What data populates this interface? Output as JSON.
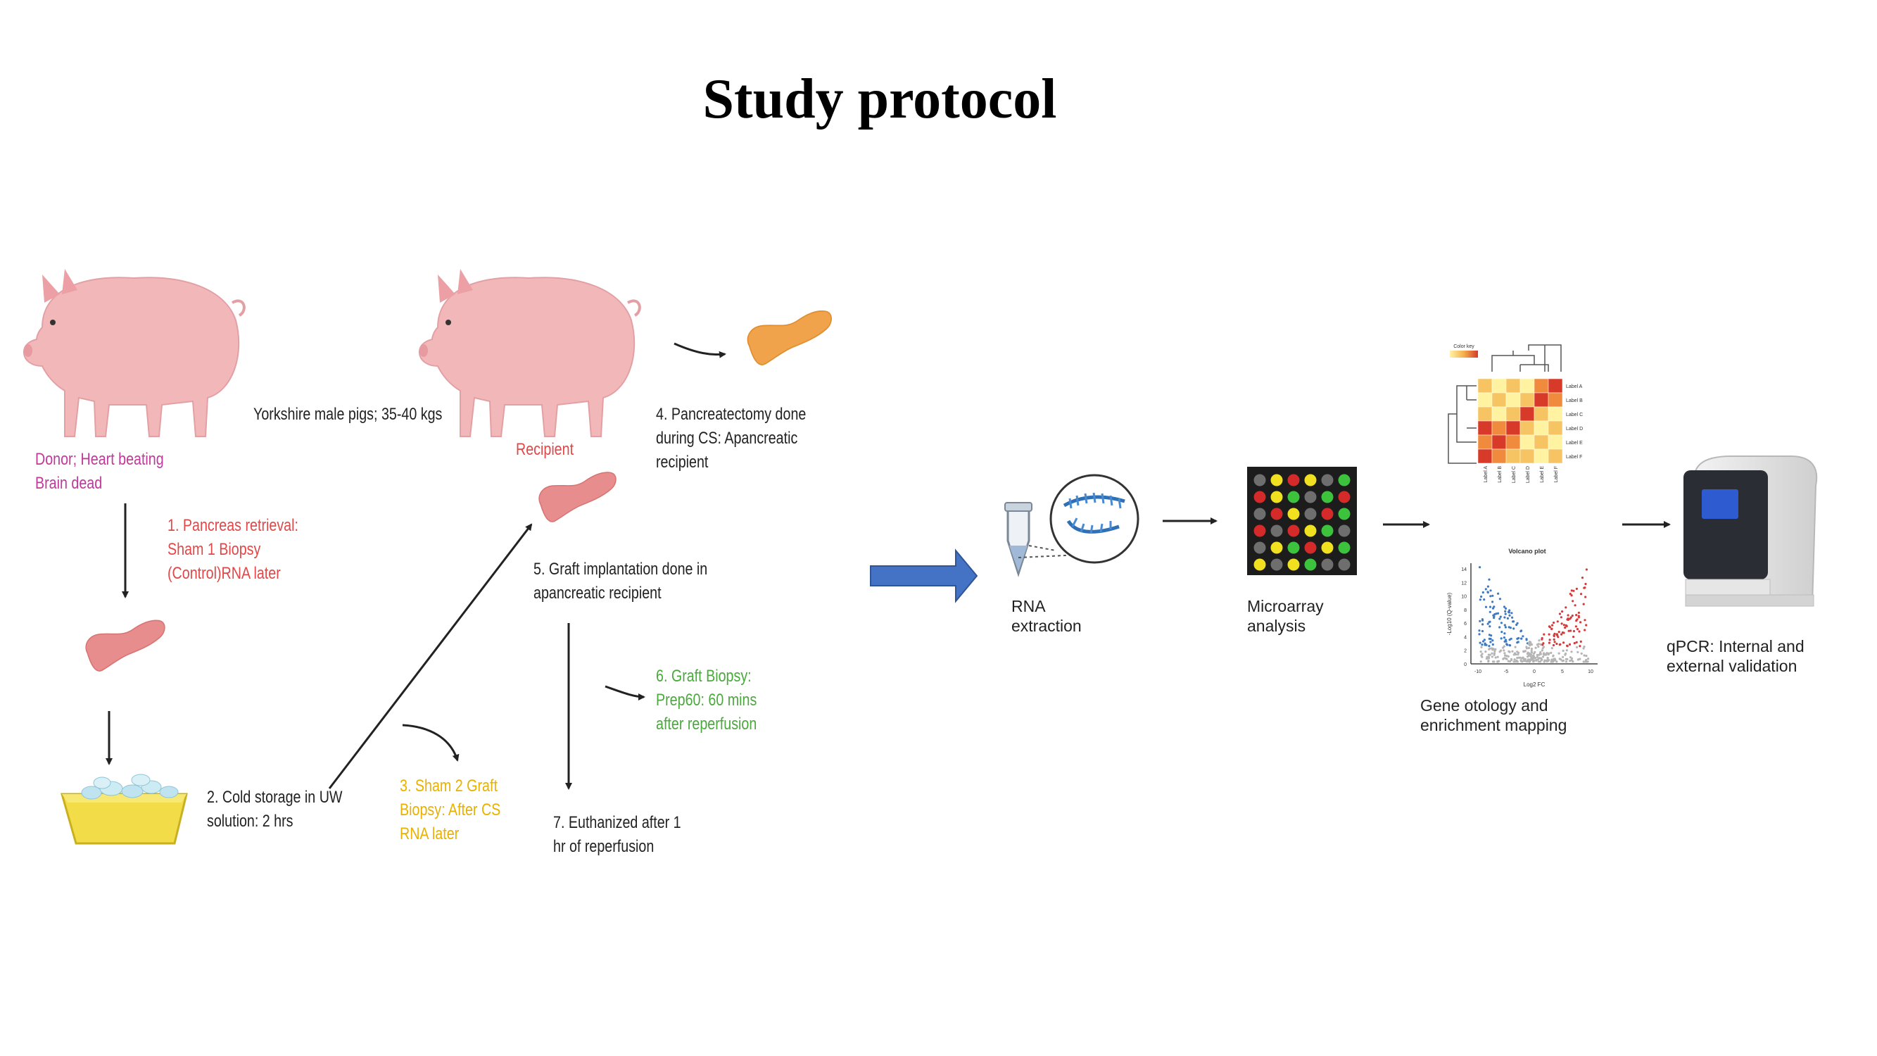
{
  "title": "Study protocol",
  "colors": {
    "pink_label": "#c0399a",
    "red_label": "#e04848",
    "yellow_label": "#e8b100",
    "green_label": "#4aa83d",
    "dark_label": "#222222",
    "pig": "#f2b7b9",
    "pancreas_red": "#e88d8d",
    "pancreas_orange": "#f0a34b",
    "blue_arrow": "#4472c4"
  },
  "labels": {
    "pigs_info": "Yorkshire male pigs; 35-40 kgs",
    "donor": "Donor; Heart beating\nBrain dead",
    "recipient": "Recipient",
    "step1": "1.  Pancreas retrieval:\n     Sham 1 Biopsy\n     (Control)RNA later",
    "step2": "2. Cold storage in UW\nsolution: 2 hrs",
    "step3": "3. Sham 2 Graft\nBiopsy: After CS\nRNA later",
    "step4": "4. Pancreatectomy done\nduring CS: Apancreatic\nrecipient",
    "step5": "5. Graft implantation done in\napancreatic recipient",
    "step6": "6. Graft Biopsy:\nPrep60: 60 mins\nafter reperfusion",
    "step7": "7. Euthanized after 1\nhr of reperfusion",
    "rna": "RNA\nextraction",
    "microarray": "Microarray\nanalysis",
    "gene": "Gene otology and\nenrichment mapping",
    "qpcr": "qPCR: Internal and\nexternal validation"
  },
  "heatmap": {
    "key_title": "Color key",
    "row_labels": [
      "Label A",
      "Label B",
      "Label C",
      "Label D",
      "Label E",
      "Label F"
    ],
    "col_labels": [
      "Label A",
      "Label B",
      "Label C",
      "Label D",
      "Label E",
      "Label F"
    ]
  },
  "volcano": {
    "title": "Volcano plot",
    "xlabel": "Log2 FC",
    "ylabel": "-Log10 (Q-value)",
    "x_ticks": [
      "-10",
      "-5",
      "0",
      "5",
      "10"
    ],
    "y_ticks": [
      "0",
      "2",
      "4",
      "6",
      "8",
      "10",
      "12",
      "14"
    ]
  },
  "icons": [
    "pig-icon",
    "pancreas-icon",
    "ice-tray-icon",
    "tube-icon",
    "rna-strand-icon",
    "microarray-chip-icon",
    "heatmap-icon",
    "volcano-plot-icon",
    "qpcr-machine-icon"
  ]
}
